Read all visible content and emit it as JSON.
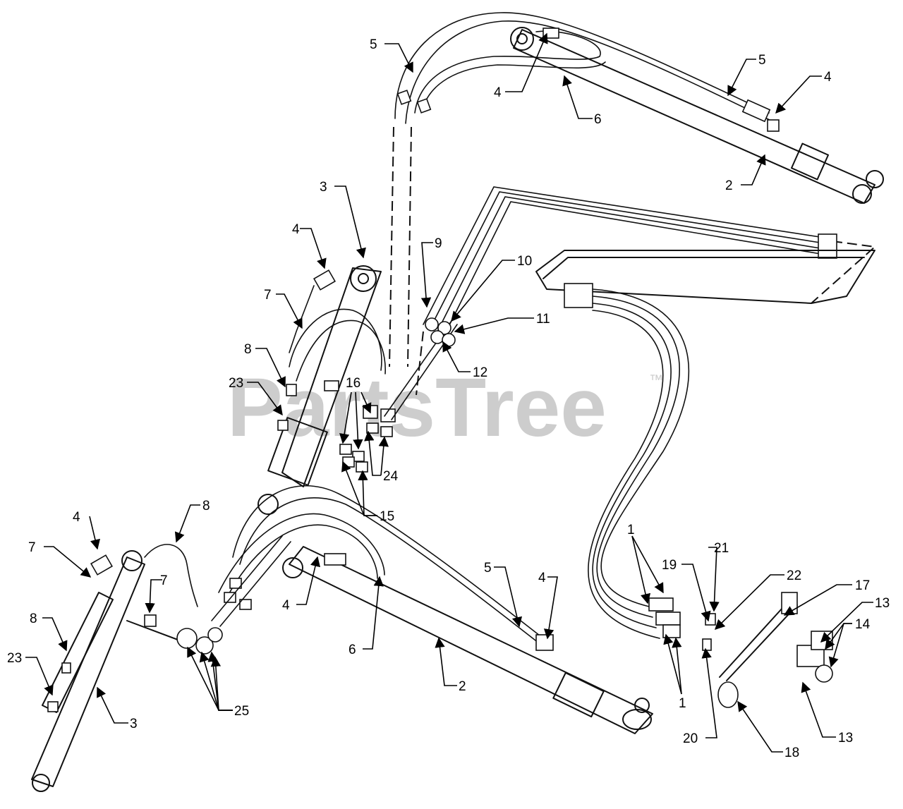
{
  "watermark": {
    "text": "PartsTree",
    "trademark": "™"
  },
  "callouts": [
    "5",
    "4",
    "6",
    "5",
    "4",
    "2",
    "3",
    "4",
    "7",
    "9",
    "10",
    "11",
    "12",
    "8",
    "23",
    "16",
    "24",
    "15",
    "8",
    "4",
    "7",
    "7",
    "8",
    "23",
    "3",
    "25",
    "4",
    "6",
    "2",
    "5",
    "4",
    "1",
    "19",
    "21",
    "22",
    "17",
    "13",
    "14",
    "1",
    "20",
    "18",
    "13"
  ]
}
